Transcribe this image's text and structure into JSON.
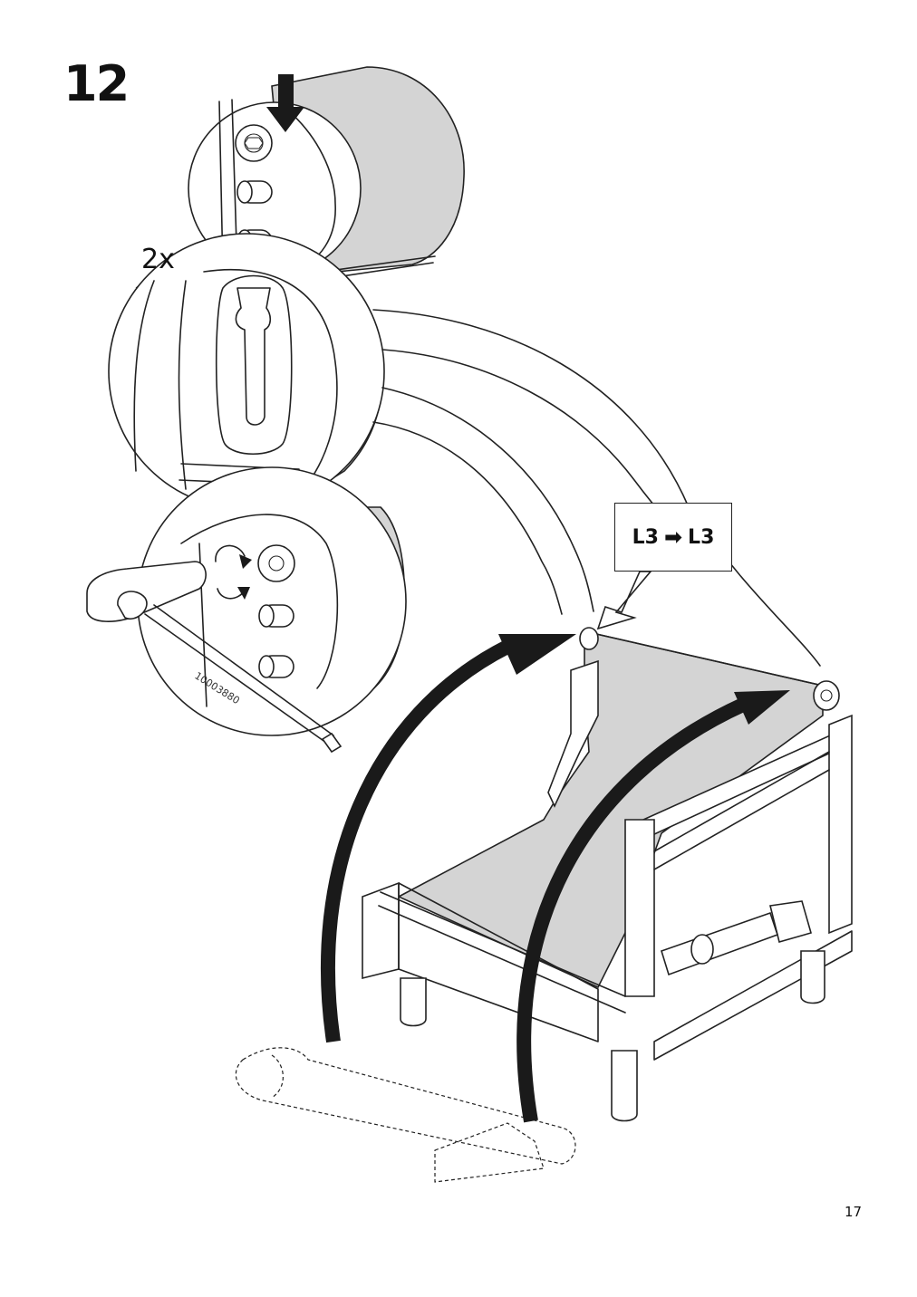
{
  "step": {
    "number": "12"
  },
  "detail_1": {
    "multiplier": "2x"
  },
  "reference": {
    "from": "L3",
    "arrow_icon": "right-arrow-icon",
    "to": "L3"
  },
  "tool": {
    "code": "10003880"
  },
  "footer": {
    "page_number": "17"
  }
}
